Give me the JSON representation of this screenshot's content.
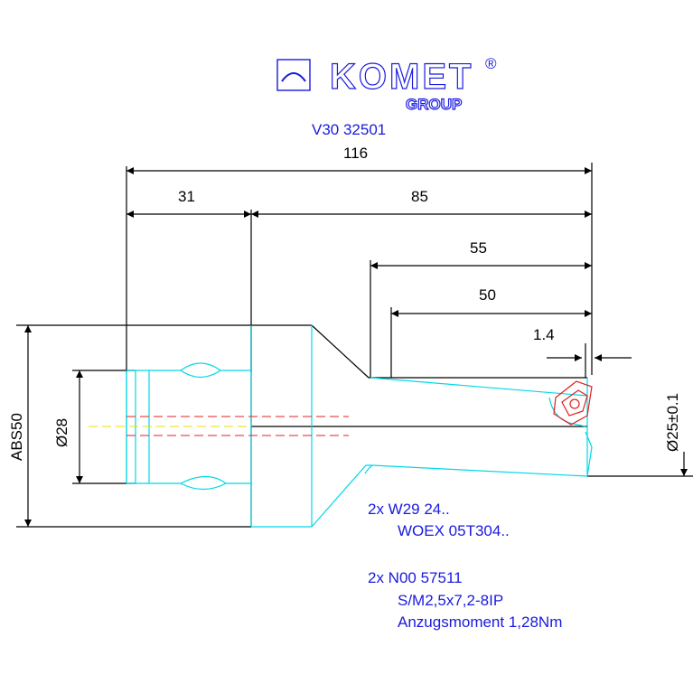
{
  "logo": {
    "brand": "KOMET",
    "registered": "®",
    "group": "GROUP"
  },
  "part_number": "V30 32501",
  "dimensions": {
    "overall_length": "116",
    "shank_length": "31",
    "body_length": "85",
    "len_55": "55",
    "len_50": "50",
    "tip_offset": "1.4",
    "abs": "ABS50",
    "shank_diameter": "Ø28",
    "cut_diameter": "Ø25±0.1"
  },
  "notes": {
    "insert_line1": "2x W29 24..",
    "insert_line2": "WOEX 05T304..",
    "screw_line1": "2x N00 57511",
    "screw_line2": "S/M2,5x7,2-8IP",
    "screw_line3": "Anzugsmoment 1,28Nm"
  },
  "colors": {
    "text_blue": "#1a1adf",
    "outline_cyan": "#00d8e8",
    "insert_red": "#e02020",
    "centerline_yellow": "#e8e000"
  }
}
